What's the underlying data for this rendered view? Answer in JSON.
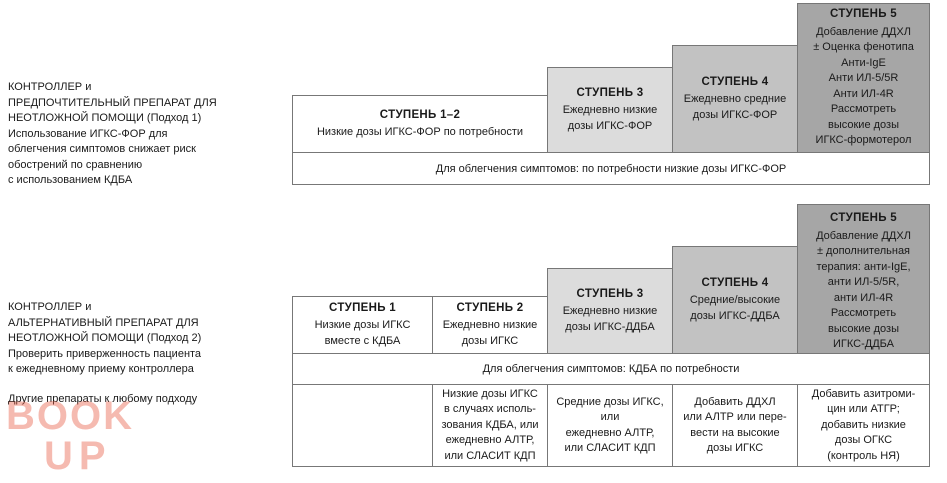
{
  "approach1": {
    "left_text": "КОНТРОЛЛЕР и\nПРЕДПОЧТИТЕЛЬНЫЙ ПРЕПАРАТ ДЛЯ\nНЕОТЛОЖНОЙ ПОМОЩИ (Подход 1)\nИспользование ИГКС-ФОР для\nоблегчения симптомов снижает риск\nобострений по сравнению\nс использованием КДБА",
    "steps": [
      {
        "title": "СТУПЕНЬ 1–2",
        "body": "Низкие дозы ИГКС-ФОР по потребности"
      },
      {
        "title": "СТУПЕНЬ 3",
        "body": "Ежедневно низкие\nдозы ИГКС-ФОР"
      },
      {
        "title": "СТУПЕНЬ 4",
        "body": "Ежедневно средние\nдозы ИГКС-ФОР"
      },
      {
        "title": "СТУПЕНЬ 5",
        "body": "Добавление ДДХЛ\n± Оценка фенотипа\nАнти-IgE\nАнти ИЛ-5/5R\nАнти ИЛ-4R\nРассмотреть\nвысокие дозы\nИГКС-формотерол"
      }
    ],
    "reliever": "Для облегчения симптомов: по потребности низкие дозы ИГКС-ФОР"
  },
  "approach2": {
    "left_text": "КОНТРОЛЛЕР и\nАЛЬТЕРНАТИВНЫЙ ПРЕПАРАТ ДЛЯ\nНЕОТЛОЖНОЙ ПОМОЩИ (Подход 2)\nПроверить приверженность пациента\nк ежедневному приему контроллера",
    "other_label": "Другие препараты к любому подходу",
    "steps": [
      {
        "title": "СТУПЕНЬ 1",
        "body": "Низкие дозы ИГКС\nвместе с КДБА"
      },
      {
        "title": "СТУПЕНЬ 2",
        "body": "Ежедневно низкие\nдозы ИГКС"
      },
      {
        "title": "СТУПЕНЬ 3",
        "body": "Ежедневно низкие\nдозы ИГКС-ДДБА"
      },
      {
        "title": "СТУПЕНЬ 4",
        "body": "Средние/высокие\nдозы ИГКС-ДДБА"
      },
      {
        "title": "СТУПЕНЬ 5",
        "body": "Добавление ДДХЛ\n± дополнительная\nтерапия: анти-IgE,\nанти ИЛ-5/5R,\nанти ИЛ-4R\nРассмотреть\nвысокие дозы\nИГКС-ДДБА"
      }
    ],
    "reliever": "Для облегчения симптомов: КДБА по потребности",
    "other": [
      "",
      "Низкие дозы ИГКС\nв случаях исполь-\nзования КДБА, или\nежедневно АЛТР,\nили СЛАСИТ КДП",
      "Средние дозы ИГКС,\nили\nежедневно АЛТР,\nили СЛАСИТ КДП",
      "Добавить ДДХЛ\nили АЛТР или пере-\nвести на высокие\nдозы ИГКС",
      "Добавить азитроми-\nцин или АТГР;\nдобавить низкие\nдозы ОГКС\n(контроль НЯ)"
    ]
  },
  "watermark": {
    "line1": "BOOK",
    "line2": "UP",
    "color": "#e8553c"
  }
}
